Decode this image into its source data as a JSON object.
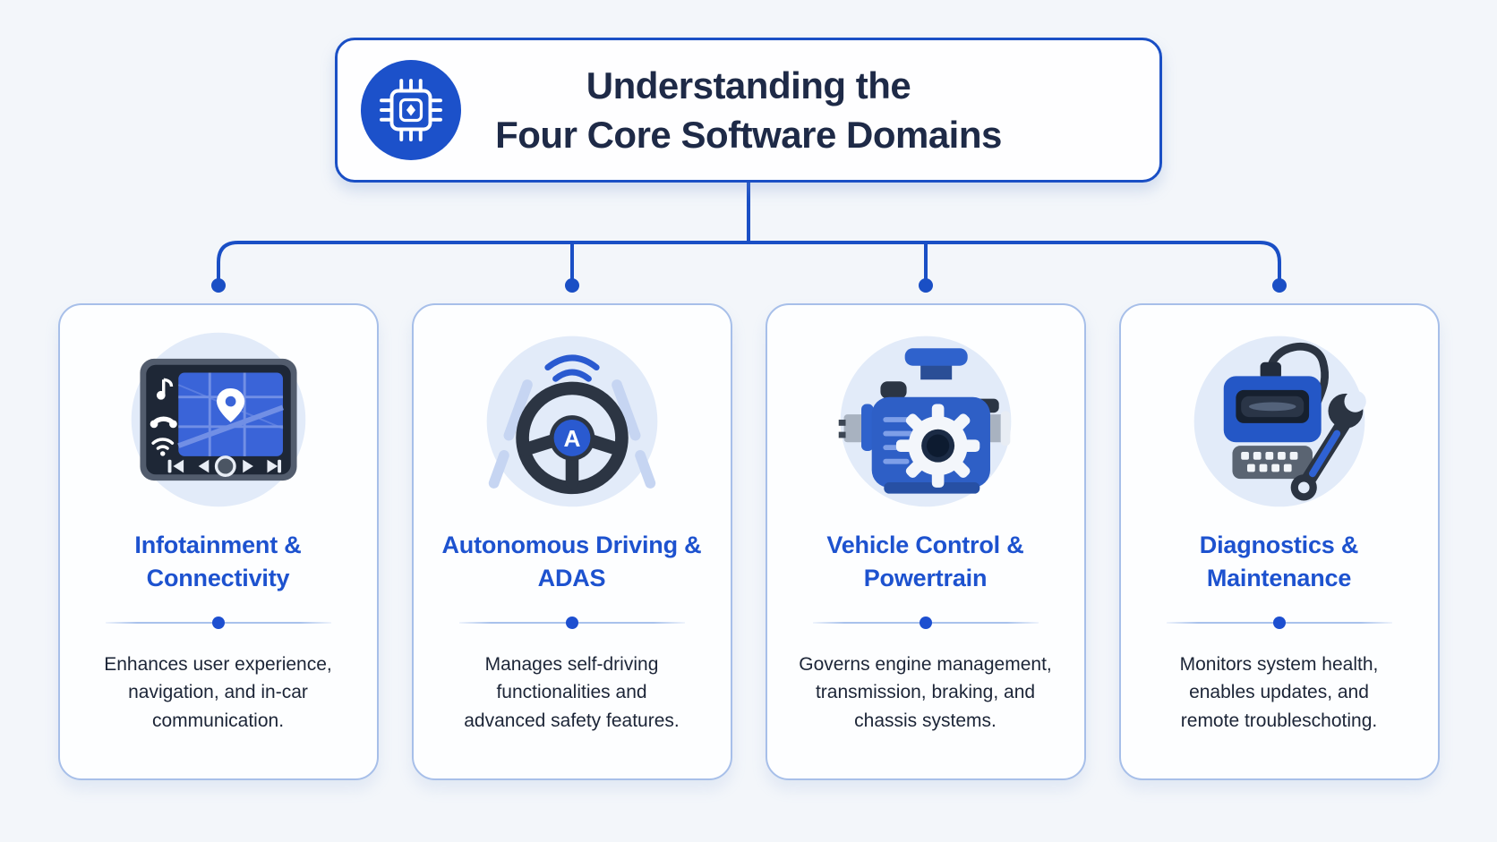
{
  "header": {
    "title": "Understanding the\nFour Core Software Domains",
    "icon": "chip-icon"
  },
  "colors": {
    "accent_blue": "#1a4fc5",
    "card_title_blue": "#1d52cf",
    "header_text_navy": "#1e2a47",
    "body_text": "#1c2537",
    "card_border": "#a7bfe9",
    "icon_circle_bg": "#e2ebf9",
    "page_background": "#f3f6fa",
    "dark_slate": "#2b3442"
  },
  "cards": [
    {
      "icon": "infotainment-head-unit-icon",
      "title": "Infotainment &\nConnectivity",
      "description": "Enhances user experience,\nnavigation, and in-car\ncommunication."
    },
    {
      "icon": "steering-wheel-adas-icon",
      "title": "Autonomous Driving &\nADAS",
      "description": "Manages self-driving\nfunctionalities and\nadvanced safety features."
    },
    {
      "icon": "engine-gear-icon",
      "title": "Vehicle Control &\nPowertrain",
      "description": "Governs engine management,\ntransmission, braking, and\nchassis systems."
    },
    {
      "icon": "obd-scanner-wrench-icon",
      "title": "Diagnostics &\nMaintenance",
      "description": "Monitors system health,\nenables updates, and\nremote troubleschoting."
    }
  ]
}
